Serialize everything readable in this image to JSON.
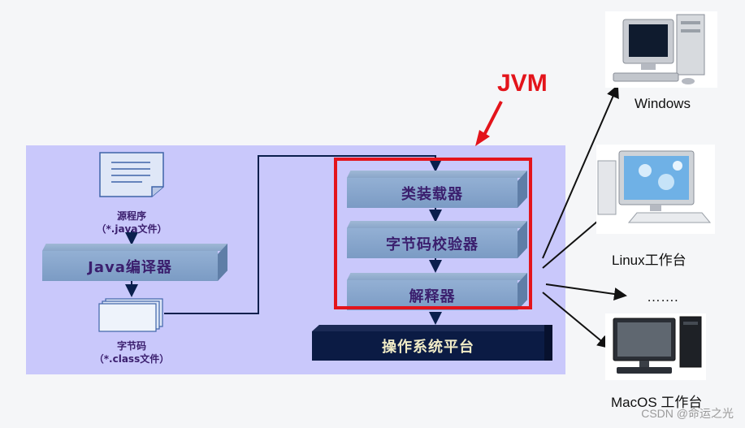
{
  "source": {
    "label": "源程序",
    "sublabel": "（*.java文件）"
  },
  "compiler": {
    "label": "Java编译器"
  },
  "bytecode": {
    "label": "字节码",
    "sublabel": "（*.class文件）"
  },
  "jvm": {
    "title": "JVM",
    "stages": [
      "类装载器",
      "字节码校验器",
      "解释器"
    ]
  },
  "os_platform": {
    "label": "操作系统平台"
  },
  "platforms": [
    {
      "label": "Windows"
    },
    {
      "label": "Linux工作台"
    },
    {
      "label": "……."
    },
    {
      "label": "MacOS 工作台"
    }
  ],
  "watermark": "CSDN @命运之光",
  "colors": {
    "panel": "#c9c8fb",
    "jvm_highlight": "#e3141b",
    "os_bar": "#0b1b44"
  }
}
